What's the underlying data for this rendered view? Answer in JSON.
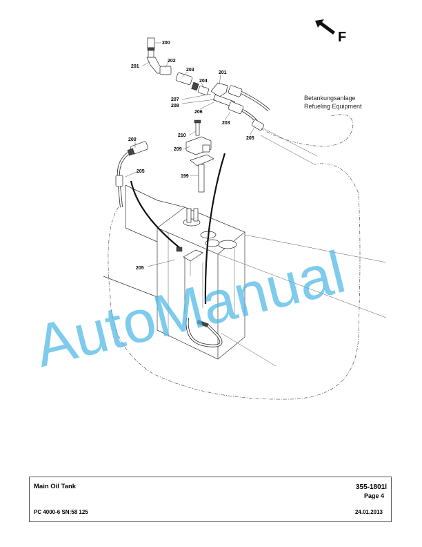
{
  "callouts": [
    {
      "id": "c-200a",
      "text": "200"
    },
    {
      "id": "c-201a",
      "text": "201"
    },
    {
      "id": "c-202",
      "text": "202"
    },
    {
      "id": "c-203a",
      "text": "203"
    },
    {
      "id": "c-201b",
      "text": "201"
    },
    {
      "id": "c-204",
      "text": "204"
    },
    {
      "id": "c-207",
      "text": "207"
    },
    {
      "id": "c-208",
      "text": "208"
    },
    {
      "id": "c-206",
      "text": "206"
    },
    {
      "id": "c-203b",
      "text": "203"
    },
    {
      "id": "c-205a",
      "text": "205"
    },
    {
      "id": "c-210",
      "text": "210"
    },
    {
      "id": "c-209",
      "text": "209"
    },
    {
      "id": "c-199",
      "text": "199"
    },
    {
      "id": "c-200b",
      "text": "200"
    },
    {
      "id": "c-205b",
      "text": "205"
    },
    {
      "id": "c-205c",
      "text": "205"
    }
  ],
  "equipment_label": {
    "line1": "Betankungsanlage",
    "line2": "Refueling Equipment"
  },
  "direction_letter": "F",
  "watermark": "AutoManual",
  "title_block": {
    "title": "Main Oil Tank",
    "document_number": "355-1801l",
    "page": "Page 4",
    "model": "PC 4000-6 SN:58 125",
    "date": "24.01.2013"
  }
}
